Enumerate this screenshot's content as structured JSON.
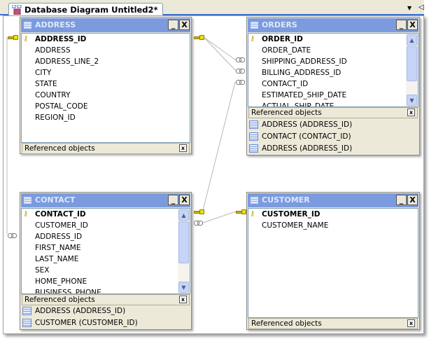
{
  "tab": {
    "title": "Database Diagram Untitled2*"
  },
  "tables": {
    "address": {
      "name": "ADDRESS",
      "columns": [
        "ADDRESS_ID",
        "ADDRESS",
        "ADDRESS_LINE_2",
        "CITY",
        "STATE",
        "COUNTRY",
        "POSTAL_CODE",
        "REGION_ID"
      ],
      "ref_label": "Referenced objects",
      "refs": []
    },
    "orders": {
      "name": "ORDERS",
      "columns": [
        "ORDER_ID",
        "ORDER_DATE",
        "SHIPPING_ADDRESS_ID",
        "BILLING_ADDRESS_ID",
        "CONTACT_ID",
        "ESTIMATED_SHIP_DATE",
        "ACTUAL_SHIP_DATE"
      ],
      "ref_label": "Referenced objects",
      "refs": [
        "ADDRESS (ADDRESS_ID)",
        "CONTACT (CONTACT_ID)",
        "ADDRESS (ADDRESS_ID)"
      ]
    },
    "contact": {
      "name": "CONTACT",
      "columns": [
        "CONTACT_ID",
        "CUSTOMER_ID",
        "ADDRESS_ID",
        "FIRST_NAME",
        "LAST_NAME",
        "SEX",
        "HOME_PHONE",
        "BUSINESS_PHONE"
      ],
      "ref_label": "Referenced objects",
      "refs": [
        "ADDRESS (ADDRESS_ID)",
        "CUSTOMER (CUSTOMER_ID)"
      ]
    },
    "customer": {
      "name": "CUSTOMER",
      "columns": [
        "CUSTOMER_ID",
        "CUSTOMER_NAME"
      ],
      "ref_label": "Referenced objects",
      "refs": []
    }
  },
  "controls": {
    "minimize": "_",
    "close": "X",
    "ref_close": "x",
    "scroll_up": "▲",
    "scroll_down": "▼",
    "menu": "▼",
    "back": "◁"
  },
  "colors": {
    "title_bar": "#7b9bde",
    "accent": "#3c6fd1"
  }
}
